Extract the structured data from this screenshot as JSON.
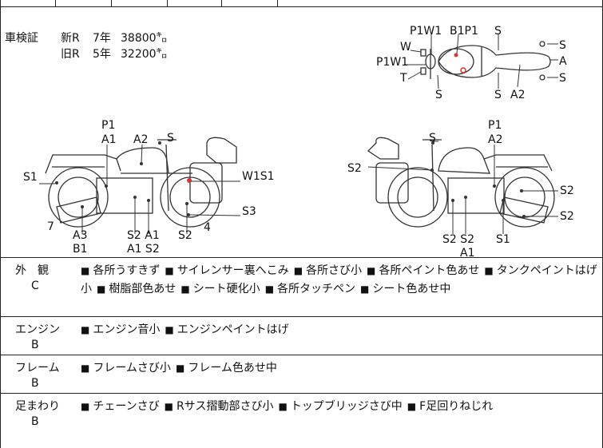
{
  "inspection": {
    "label": "車検証",
    "new_label": "新R",
    "new_year": "7年",
    "new_km": "38800㌔",
    "old_label": "旧R",
    "old_year": "5年",
    "old_km": "32200㌔"
  },
  "top_view_labels": {
    "p1w1_top": "P1W1",
    "b1p1": "B1P1",
    "s_top": "S",
    "w": "W",
    "p1w1_left": "P1W1",
    "t": "T",
    "s_bottom_left": "S",
    "s_bottom_mid": "S",
    "a2": "A2",
    "s_right_top": "S",
    "a_right": "A",
    "s_right_bottom": "S"
  },
  "left_view_labels": {
    "p1": "P1",
    "a1": "A1",
    "a2": "A2",
    "s_top": "S",
    "s1": "S1",
    "w1s1": "W1S1",
    "s3": "S3",
    "num7": "7",
    "a3": "A3",
    "b1": "B1",
    "s2a1": "S2 A1",
    "a1s2": "A1 S2",
    "s2": "S2",
    "num4": "4"
  },
  "right_view_labels": {
    "s_top": "S",
    "p1": "P1",
    "a2": "A2",
    "s2_left": "S2",
    "s2_right": "S2",
    "s2_right2": "S2",
    "s2s2": "S2 S2",
    "a1": "A1",
    "s1": "S1"
  },
  "sections": [
    {
      "name": "外　観",
      "grade": "C",
      "items": [
        "各所うすきず",
        "サイレンサー裏へこみ",
        "各所さび小",
        "各所ペイント色あせ",
        "タンクペイントはげ小",
        "樹脂部色あせ",
        "シート硬化小",
        "各所タッチペン",
        "シート色あせ中"
      ]
    },
    {
      "name": "エンジン",
      "grade": "B",
      "items": [
        "エンジン音小",
        "エンジンペイントはげ"
      ]
    },
    {
      "name": "フレーム",
      "grade": "B",
      "items": [
        "フレームさび小",
        "フレーム色あせ中"
      ]
    },
    {
      "name": "足まわり",
      "grade": "B",
      "items": [
        "チェーンさび",
        "Rサス摺動部さび小",
        "トップブリッジさび中",
        "F足回りねじれ"
      ]
    }
  ],
  "bullet": "■"
}
